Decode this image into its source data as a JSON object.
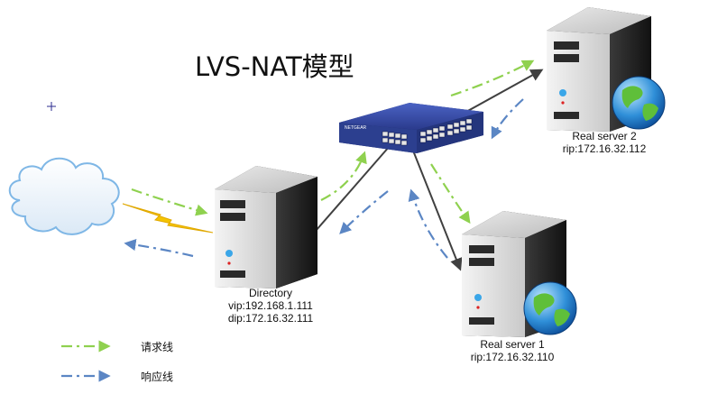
{
  "diagram": {
    "title": "LVS-NAT模型",
    "director": {
      "name": "Directory",
      "vip": "vip:192.168.1.111",
      "dip": "dip:172.16.32.111"
    },
    "real_server_1": {
      "name": "Real server 1",
      "rip": "rip:172.16.32.110"
    },
    "real_server_2": {
      "name": "Real server 2",
      "rip": "rip:172.16.32.112"
    },
    "switch_brand": "NETGEAR",
    "legend": {
      "request": "请求线",
      "response": "响应线"
    }
  },
  "colors": {
    "request_line": "#8fd14f",
    "response_line": "#5b86c4",
    "connection_line": "#404040",
    "switch_blue": "#2c3f8f",
    "cloud_blue": "#7fb7e6",
    "lightning": "#f5c400"
  },
  "icons": [
    "cloud-icon",
    "lightning-icon",
    "server-icon",
    "switch-icon",
    "globe-icon",
    "crosshair-icon",
    "arrow-icon"
  ]
}
